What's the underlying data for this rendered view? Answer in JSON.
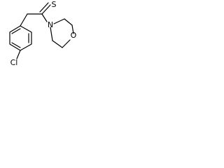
{
  "molecule": {
    "atoms": {
      "sulfur": "S",
      "nitrogen": "N",
      "oxygen": "O",
      "chlorine": "Cl"
    },
    "colors": {
      "bond": "#000000",
      "label": "#000000",
      "background": "#ffffff"
    }
  }
}
